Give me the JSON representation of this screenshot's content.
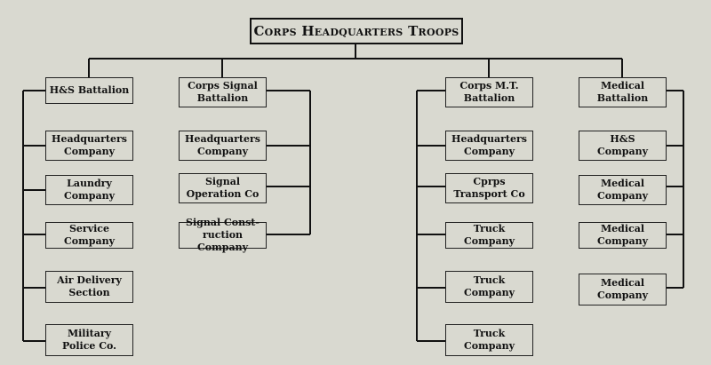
{
  "title": "Corps Headquarters Troops",
  "units": {
    "hs_battalion": "H&S Battalion",
    "corps_signal_battalion": "Corps Signal\nBattalion",
    "corps_mt_battalion": "Corps M.T.\nBattalion",
    "medical_battalion": "Medical\nBattalion"
  },
  "hs_battalion_companies": [
    "Headquarters\nCompany",
    "Laundry\nCompany",
    "Service\nCompany",
    "Air Delivery\nSection",
    "Military\nPolice Co."
  ],
  "signal_companies": [
    "Headquarters\nCompany",
    "Signal\nOperation Co",
    "Signal Const-\nruction Company"
  ],
  "mt_companies": [
    "Headquarters\nCompany",
    "Cprps\nTransport Co",
    "Truck\nCompany",
    "Truck\nCompany",
    "Truck\nCompany"
  ],
  "medical_companies": [
    "H&S\nCompany",
    "Medical\nCompany",
    "Medical\nCompany",
    "Medical\nCompany"
  ]
}
